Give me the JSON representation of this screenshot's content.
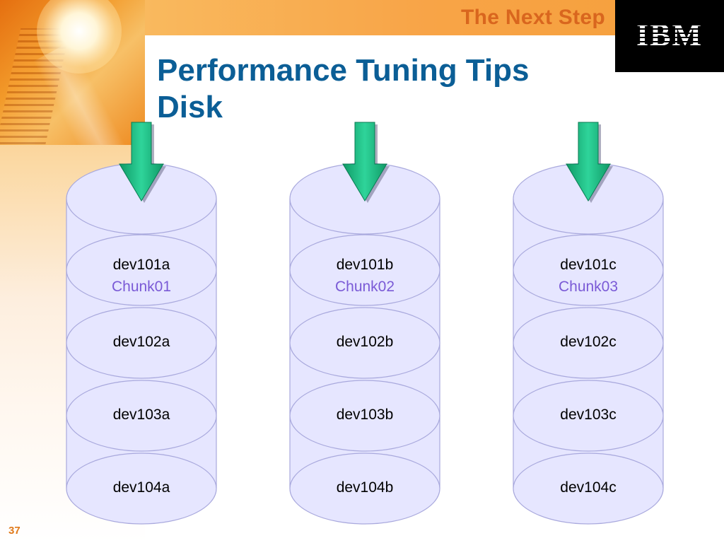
{
  "header": {
    "tagline": "The Next Step",
    "logo": "IBM"
  },
  "title": {
    "line1": "Performance Tuning Tips",
    "line2": "Disk"
  },
  "colors": {
    "title": "#0b5e96",
    "tagline": "#d9661e",
    "chunk_label": "#7a5ad6",
    "arrow": "#1dbf83",
    "cylinder_fill": "#e6e6ff",
    "cylinder_stroke": "#a9a9dd"
  },
  "disks": [
    {
      "name": "disk-a",
      "layers": [
        {
          "label": "dev101a",
          "chunk": "Chunk01"
        },
        {
          "label": "dev102a"
        },
        {
          "label": "dev103a"
        },
        {
          "label": "dev104a"
        }
      ]
    },
    {
      "name": "disk-b",
      "layers": [
        {
          "label": "dev101b",
          "chunk": "Chunk02"
        },
        {
          "label": "dev102b"
        },
        {
          "label": "dev103b"
        },
        {
          "label": "dev104b"
        }
      ]
    },
    {
      "name": "disk-c",
      "layers": [
        {
          "label": "dev101c",
          "chunk": "Chunk03"
        },
        {
          "label": "dev102c"
        },
        {
          "label": "dev103c"
        },
        {
          "label": "dev104c"
        }
      ]
    }
  ],
  "slide_number": "37"
}
